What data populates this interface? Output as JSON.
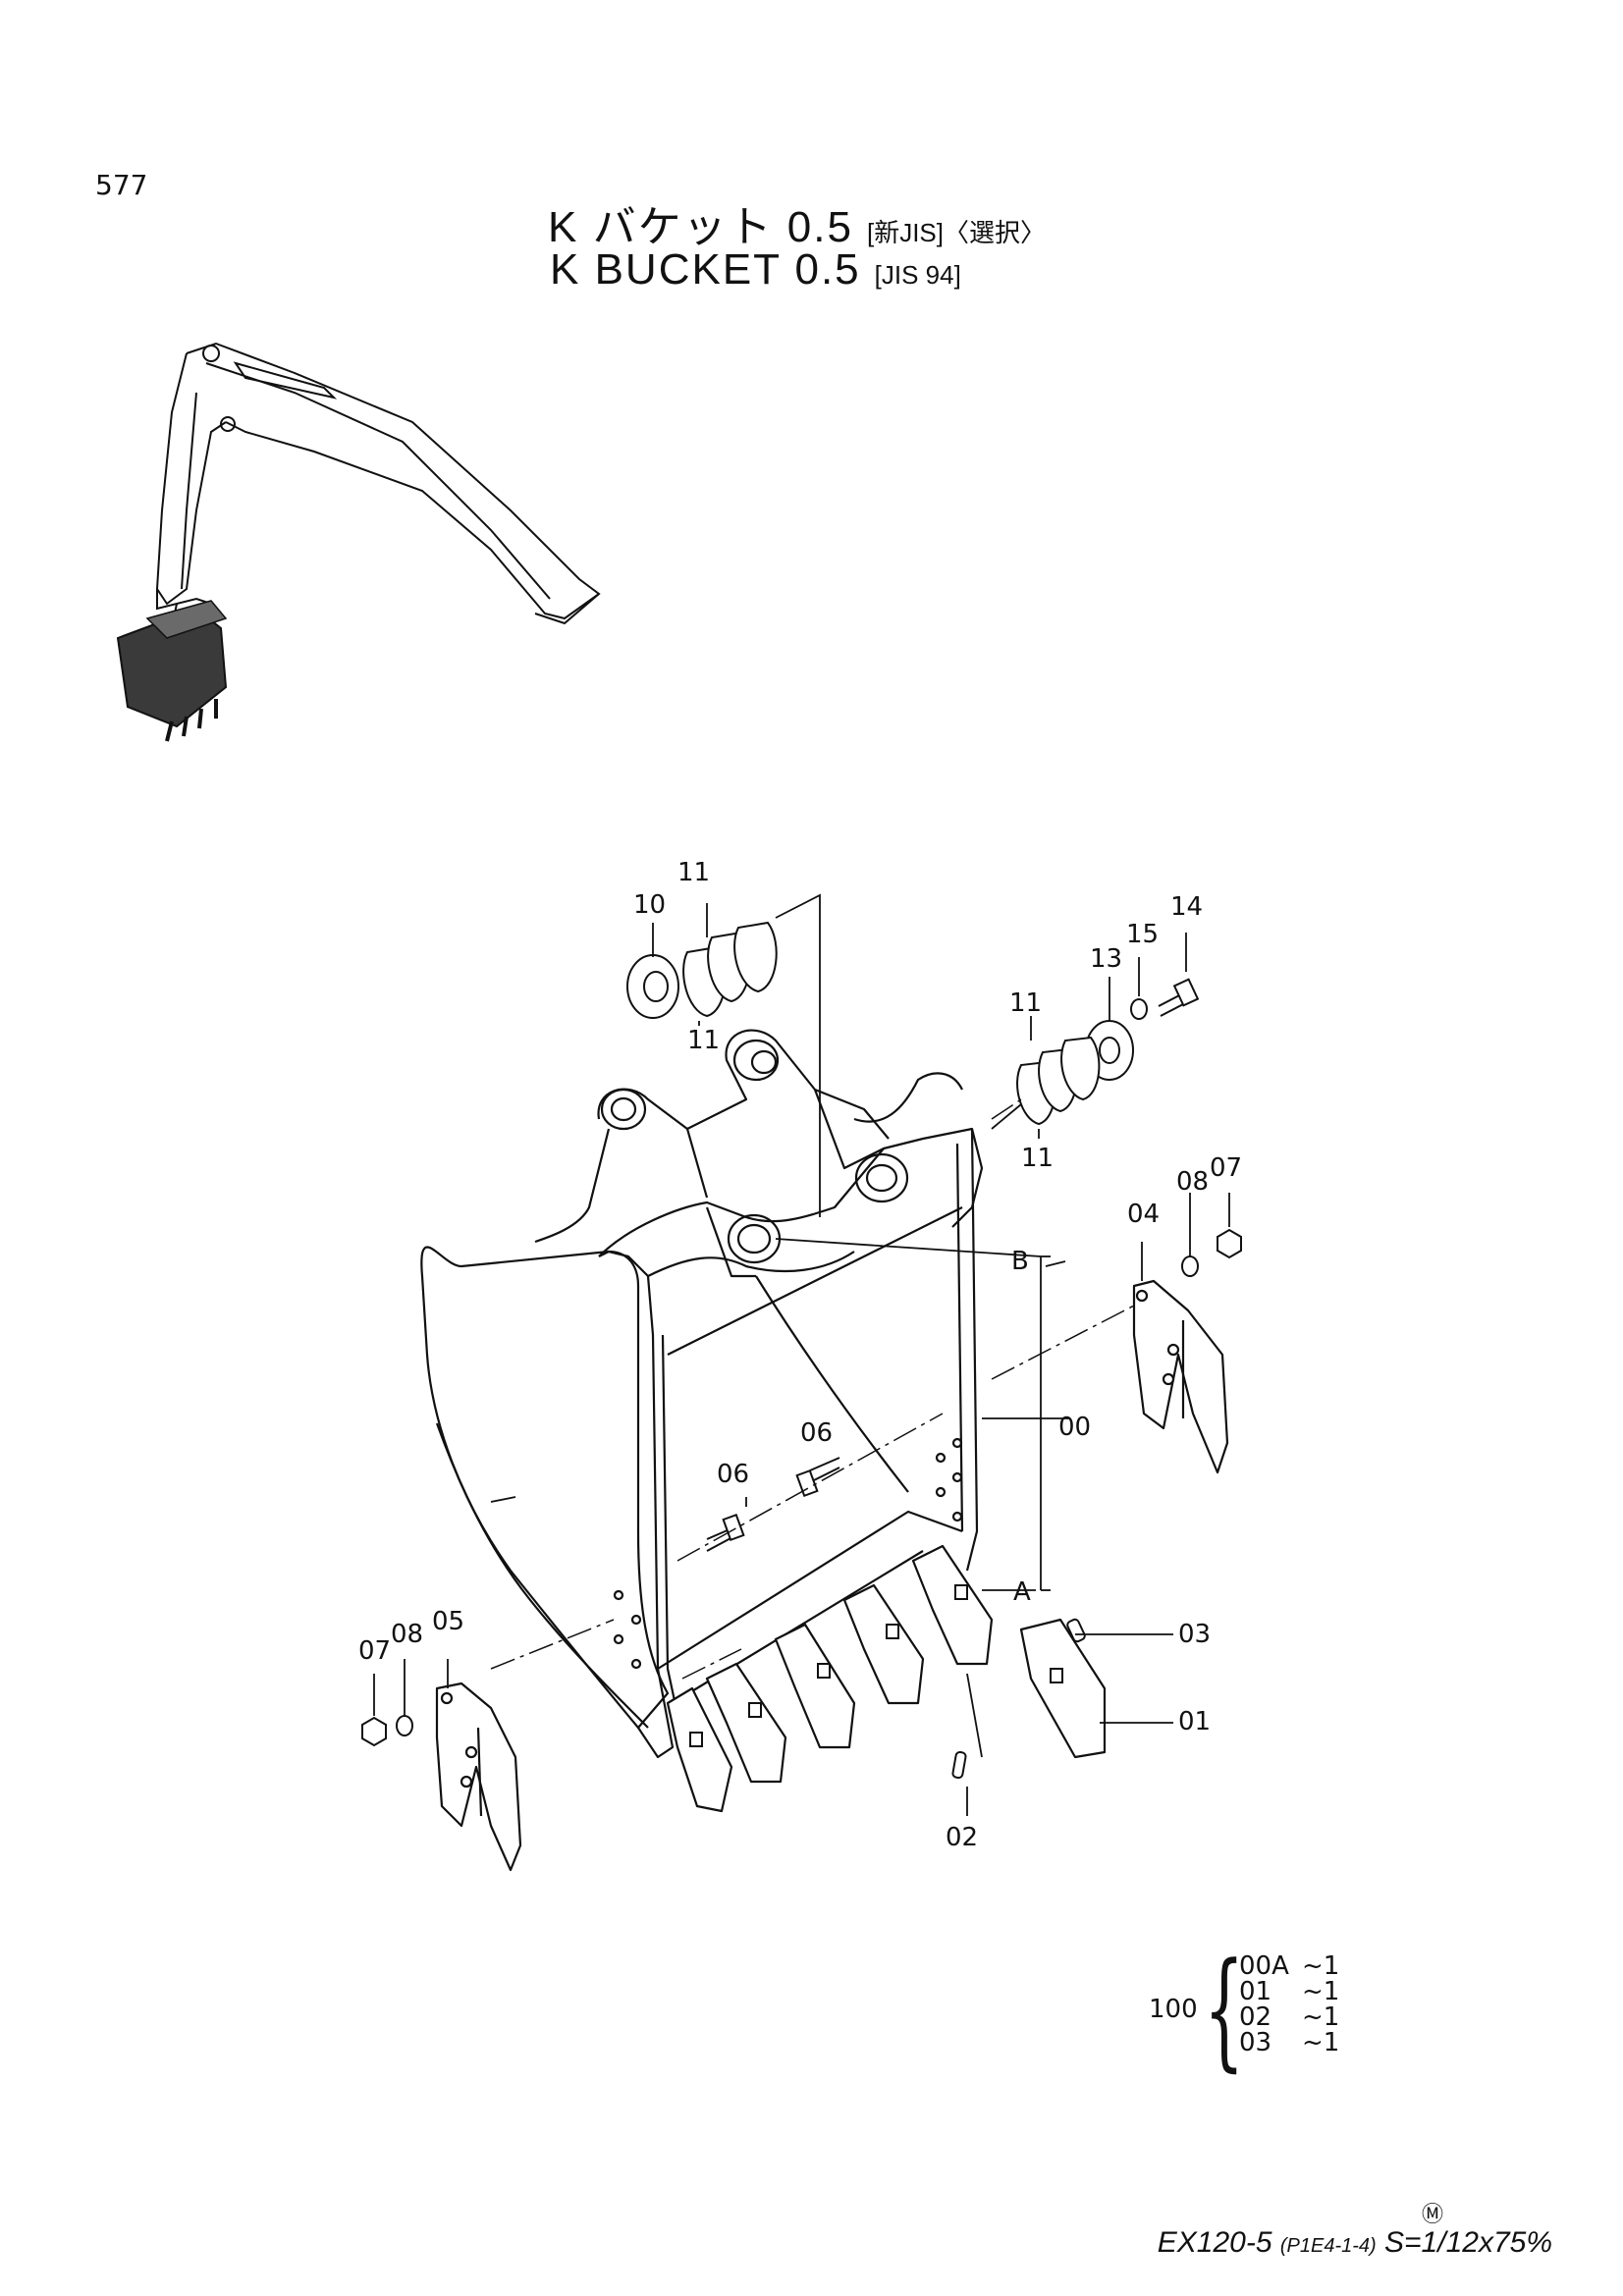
{
  "page_number": "577",
  "title": {
    "jp_main": "K バケット 0.5",
    "jp_tag": "[新JIS]〈選択〉",
    "en_main": "K BUCKET 0.5",
    "en_tag": "[JIS 94]"
  },
  "callouts": {
    "c00": "00",
    "c01": "01",
    "c02": "02",
    "c03": "03",
    "c04": "04",
    "c05": "05",
    "c06a": "06",
    "c06b": "06",
    "c07a": "07",
    "c07b": "07",
    "c08a": "08",
    "c08b": "08",
    "c10": "10",
    "c11a": "11",
    "c11b": "11",
    "c11c": "11",
    "c11d": "11",
    "c13": "13",
    "c14": "14",
    "c15": "15",
    "cA": "A",
    "cB": "B"
  },
  "set": {
    "parent": "100",
    "rows": [
      {
        "code": "00A",
        "qty": "~1"
      },
      {
        "code": "01",
        "qty": "~1"
      },
      {
        "code": "02",
        "qty": "~1"
      },
      {
        "code": "03",
        "qty": "~1"
      }
    ]
  },
  "footer": {
    "mark": "Ⓜ",
    "model": "EX120-5",
    "ref": "(P1E4-1-4)",
    "scale": "S=1/12x75%"
  }
}
